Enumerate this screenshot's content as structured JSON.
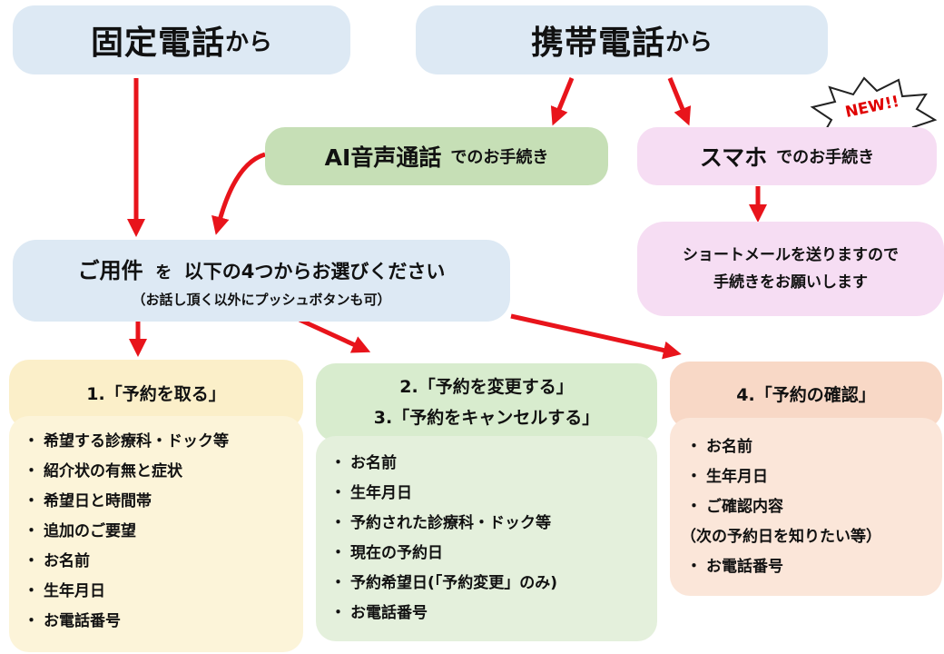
{
  "landline": {
    "main": "固定電話",
    "suffix": "から"
  },
  "mobile": {
    "main": "携帯電話",
    "suffix": "から"
  },
  "ai_voice": {
    "main": "AI音声通話",
    "suffix": "でのお手続き"
  },
  "smartphone": {
    "main": "スマホ",
    "suffix": "でのお手続き",
    "badge": "NEW!!"
  },
  "sms_note": {
    "line1": "ショートメールを送りますので",
    "line2": "手続きをお願いします"
  },
  "selection": {
    "title_main": "ご用件",
    "title_particle": "を",
    "title_rest": "以下の4つからお選びください",
    "subtitle": "（お話し頂く以外にプッシュボタンも可）"
  },
  "option1": {
    "title": "1.「予約を取る」",
    "items": [
      "希望する診療科・ドック等",
      "紹介状の有無と症状",
      "希望日と時間帯",
      "追加のご要望",
      "お名前",
      "生年月日",
      "お電話番号"
    ]
  },
  "option23": {
    "title_line1": "2.「予約を変更する」",
    "title_line2": "3.「予約をキャンセルする」",
    "items": [
      "お名前",
      "生年月日",
      "予約された診療科・ドック等",
      "現在の予約日",
      "予約希望日(「予約変更」のみ)",
      "お電話番号"
    ]
  },
  "option4": {
    "title": "4.「予約の確認」",
    "items": [
      "お名前",
      "生年月日",
      "ご確認内容"
    ],
    "note": "（次の予約日を知りたい等）",
    "last_item": "お電話番号"
  },
  "bullet": "・",
  "colors": {
    "arrow": "#e8141b",
    "blue": "#dde9f4",
    "green": "#c6dfb6",
    "pink": "#f6ddf3",
    "yellow_head": "#fbefc9",
    "yellow_body": "#fcf4d9",
    "green_head": "#d8ecce",
    "green_body": "#e4f0dc",
    "orange_head": "#f8d8c6",
    "orange_body": "#fbe6d9"
  }
}
